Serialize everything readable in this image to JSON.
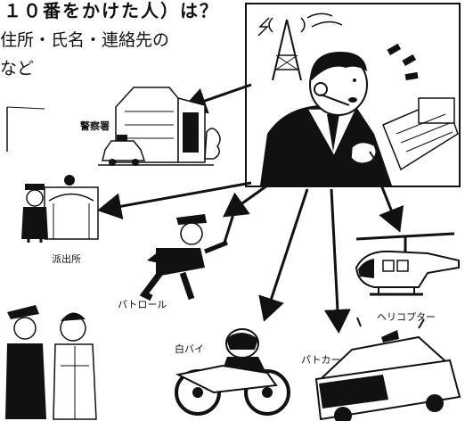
{
  "heading": "１０番をかけた人）は？",
  "sub_line1": "住所・氏名・連絡先の",
  "sub_line2": "など",
  "labels": {
    "police_station": "警察署",
    "koban": "派出所",
    "patrol": "パトロール",
    "motorcycle": "白バイ",
    "helicopter": "ヘリコプター",
    "patrol_car": "パトカー"
  },
  "colors": {
    "ink": "#111111",
    "paper": "#ffffff",
    "screen": "#2a2a2a"
  }
}
